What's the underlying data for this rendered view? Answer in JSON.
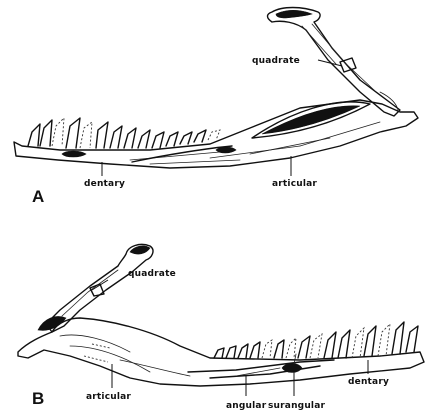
{
  "panels": {
    "a": {
      "letter": "A",
      "labels": {
        "quadrate": "quadrate",
        "dentary": "dentary",
        "articular": "articular"
      }
    },
    "b": {
      "letter": "B",
      "labels": {
        "quadrate": "quadrate",
        "articular": "articular",
        "angular": "angular",
        "surangular": "surangular",
        "dentary": "dentary"
      }
    }
  }
}
